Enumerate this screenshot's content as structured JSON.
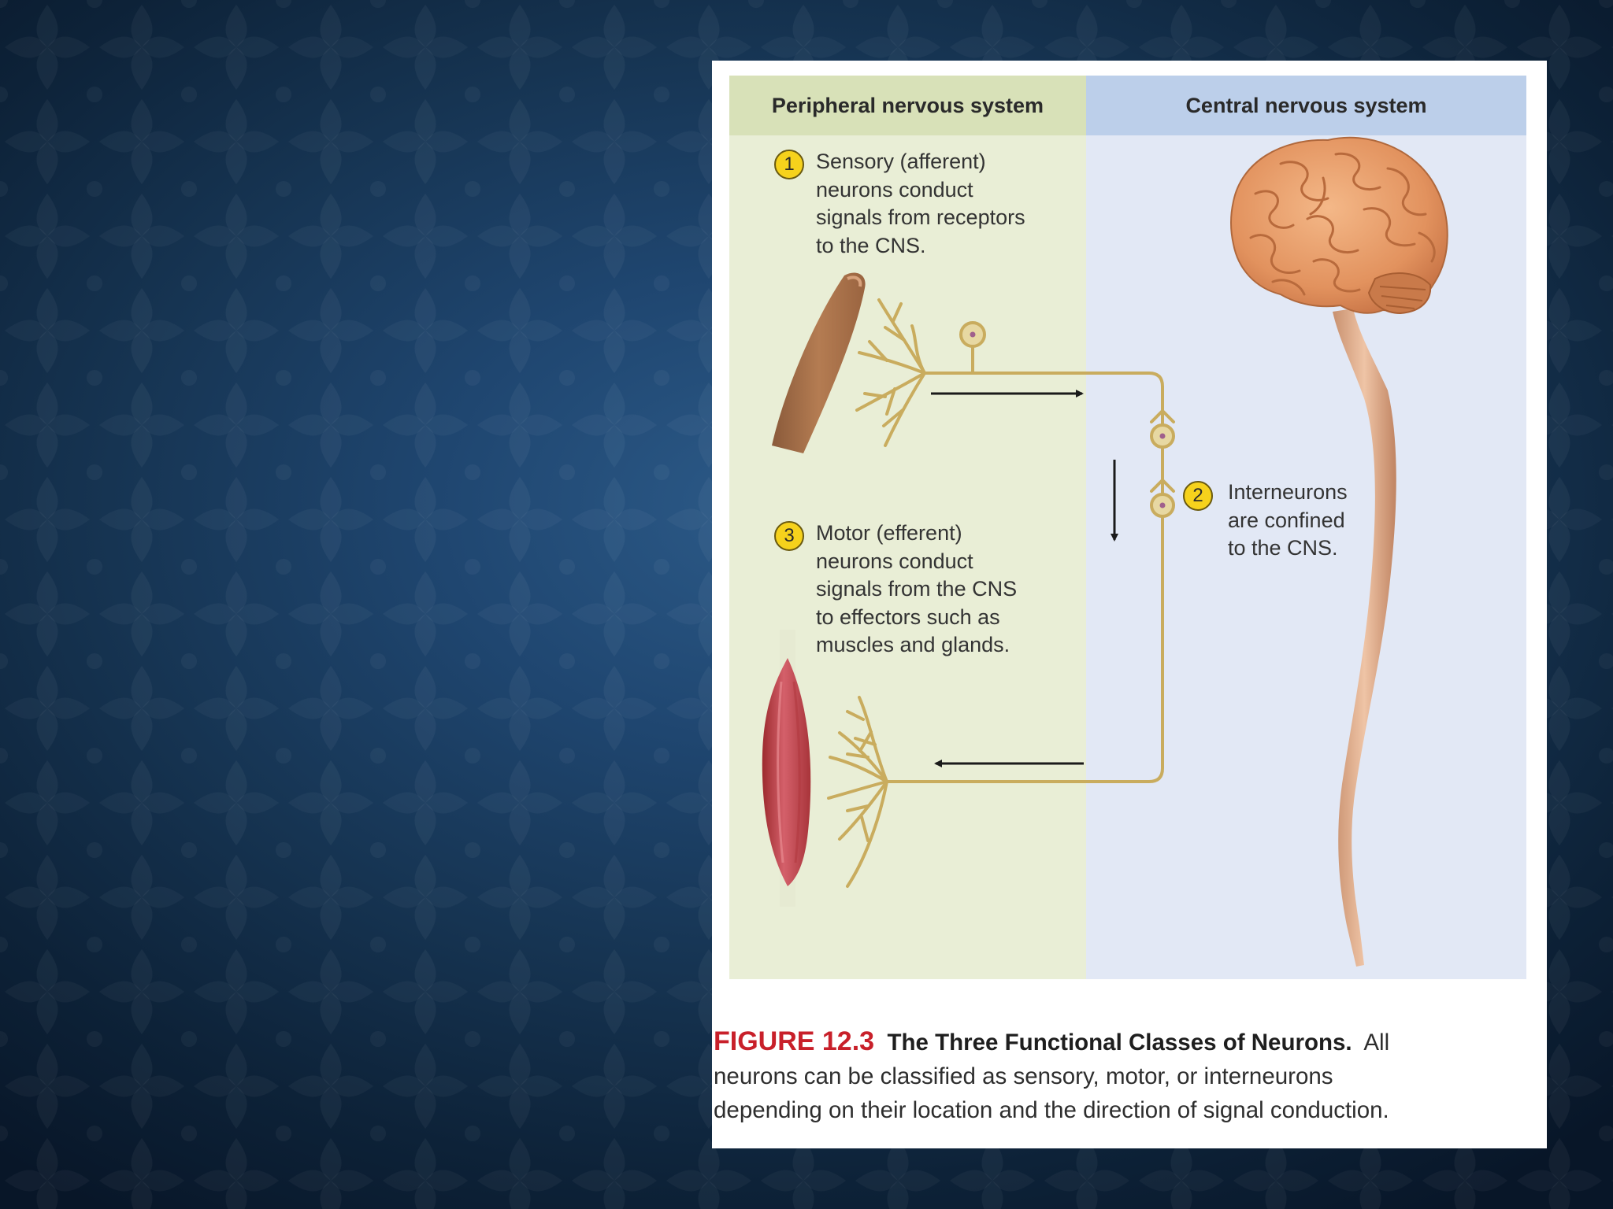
{
  "figure": {
    "headers": {
      "pns": "Peripheral nervous system",
      "cns": "Central nervous system"
    },
    "labels": [
      {
        "number": "1",
        "lines": [
          "Sensory (afferent)",
          "neurons conduct",
          "signals from receptors",
          "to the CNS."
        ]
      },
      {
        "number": "2",
        "lines": [
          "Interneurons",
          "are confined",
          "to the CNS."
        ]
      },
      {
        "number": "3",
        "lines": [
          "Motor (efferent)",
          "neurons conduct",
          "signals from the CNS",
          "to effectors such as",
          "muscles and glands."
        ]
      }
    ],
    "caption": {
      "number": "FIGURE 12.3",
      "title": "The Three Functional Classes of Neurons.",
      "line1_rest": "All",
      "line2": "neurons can be classified as sensory, motor, or interneurons",
      "line3": "depending on their location and the direction of signal conduction."
    },
    "colors": {
      "pns_background": "#e9eed6",
      "pns_header": "#d8e1b8",
      "cns_background": "#e2e8f5",
      "cns_header": "#bccfea",
      "neuron": "#c9ac5e",
      "badge": "#f6d21c",
      "figure_number": "#c8202a"
    },
    "icons": [
      "finger-icon",
      "brain-icon",
      "spinal-cord-icon",
      "muscle-icon"
    ]
  }
}
